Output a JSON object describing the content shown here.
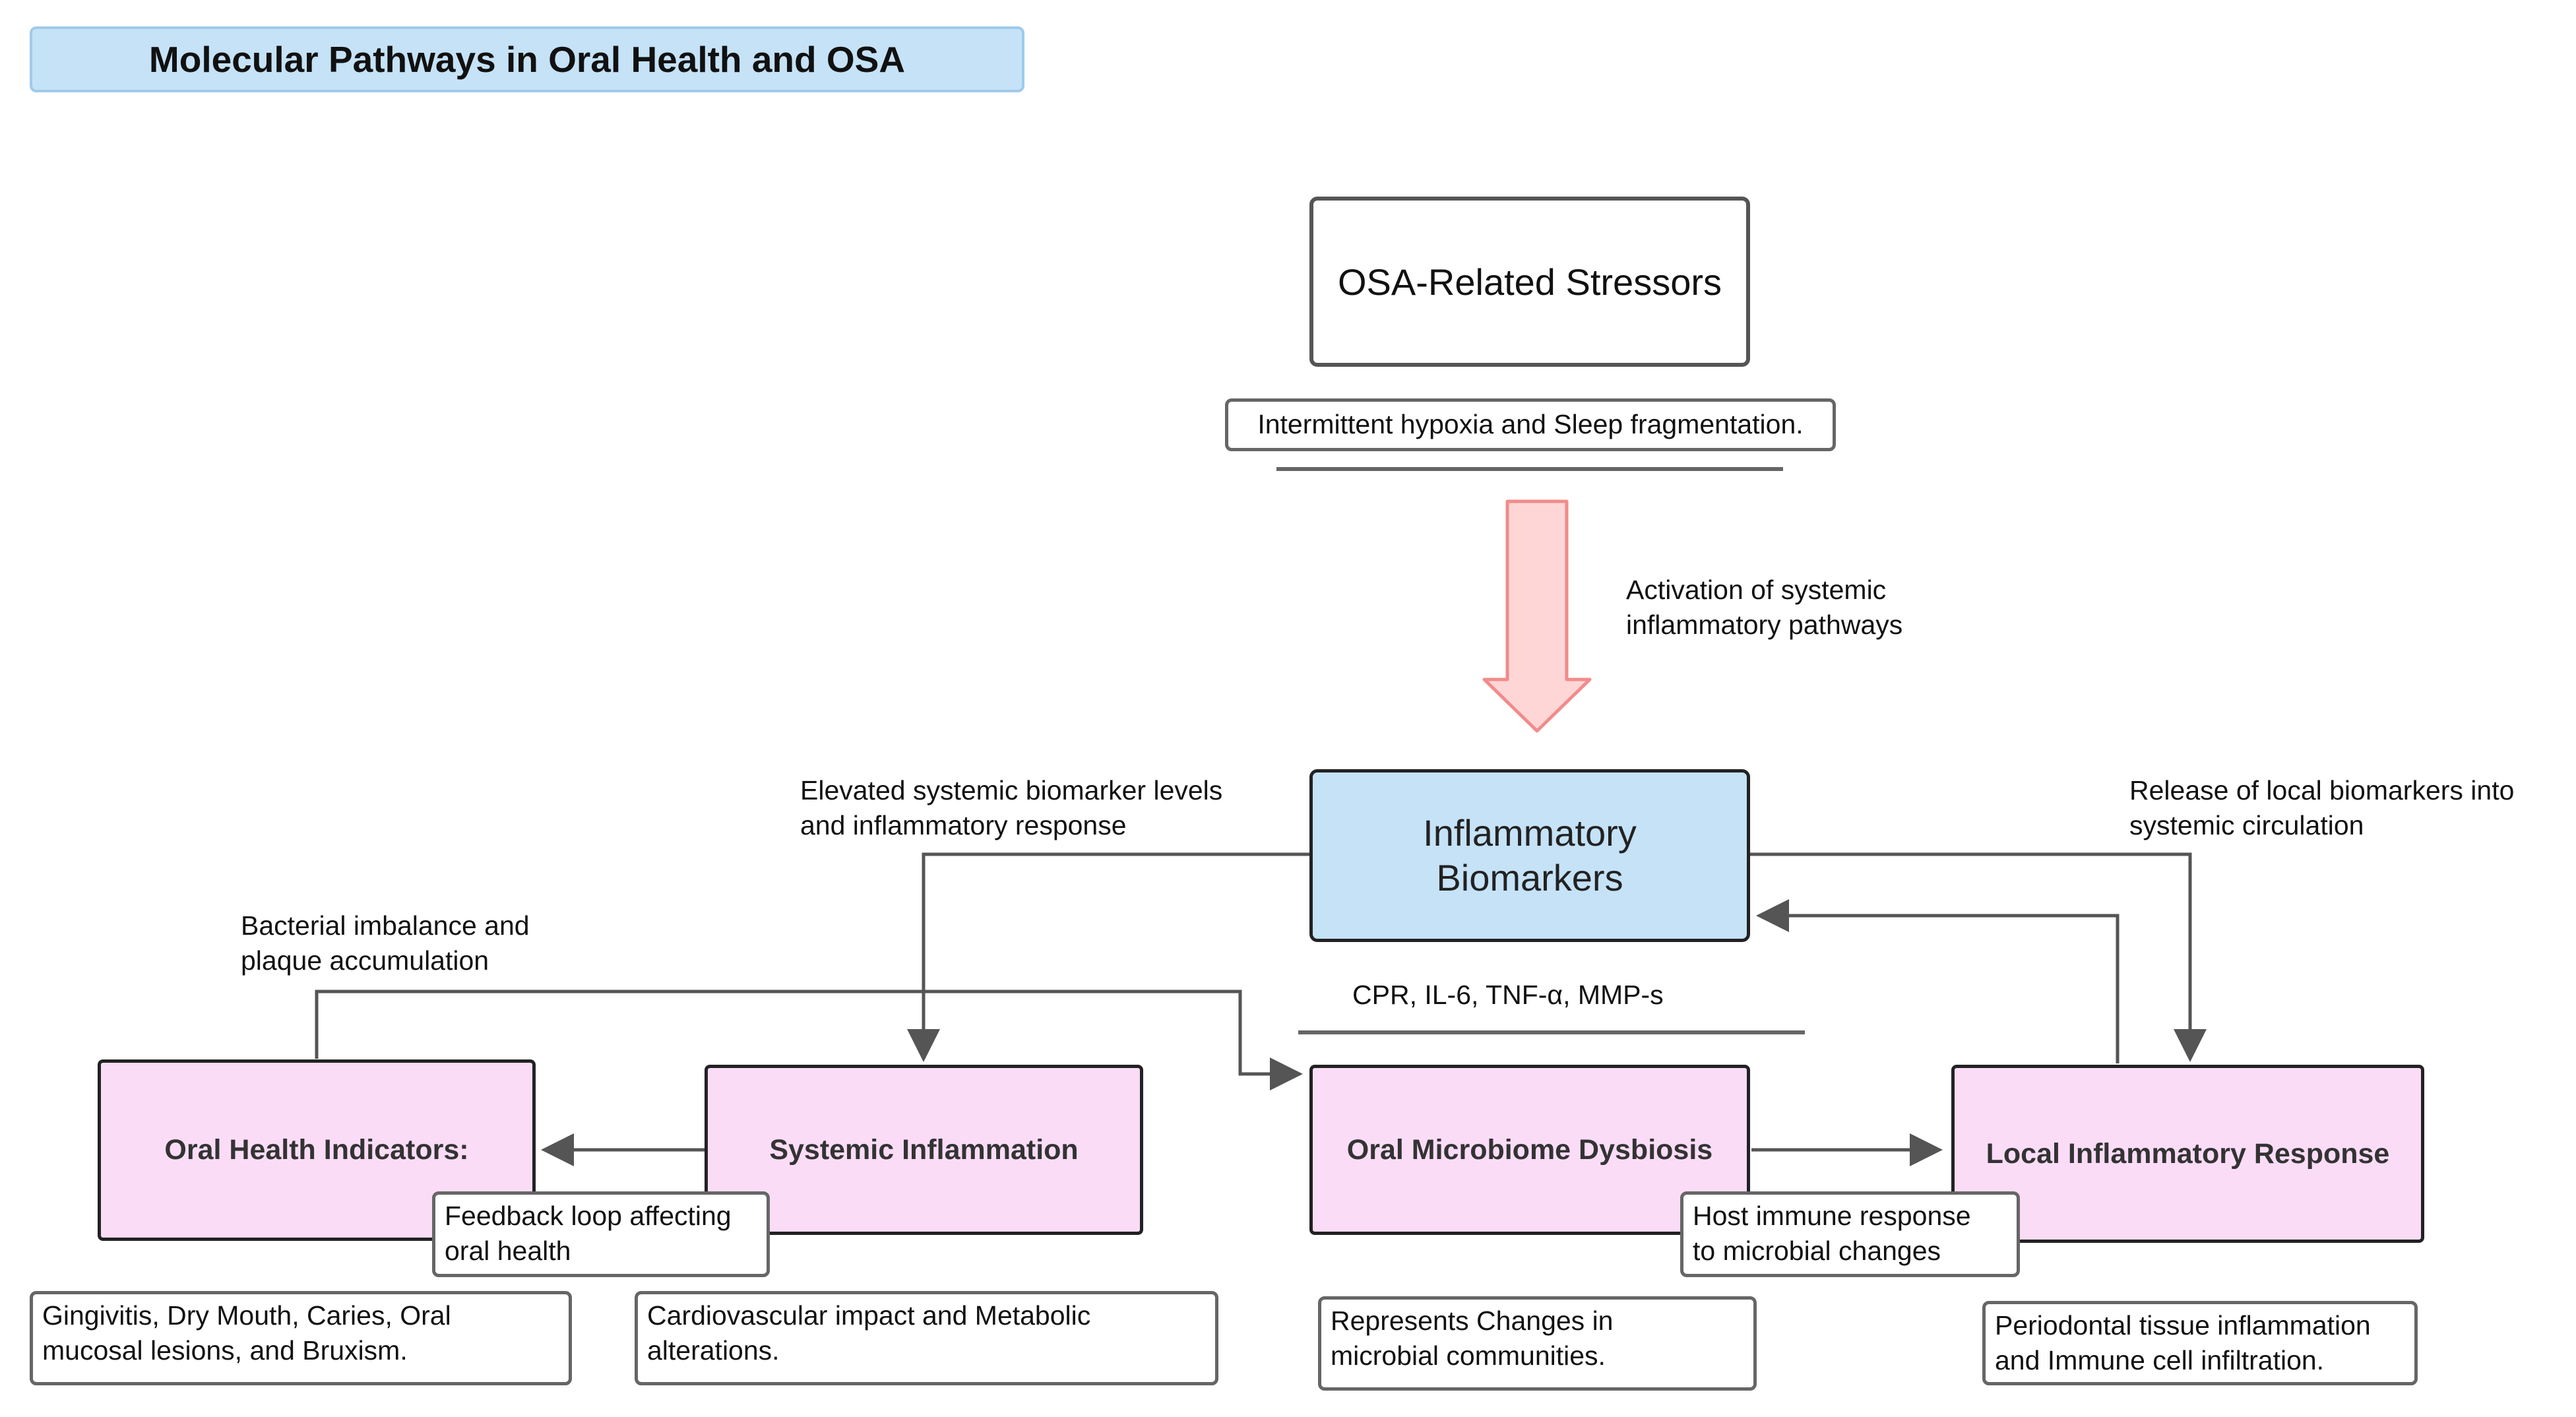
{
  "title": "Molecular Pathways in Oral Health and OSA",
  "stressors": {
    "label": "OSA-Related Stressors",
    "detail": "Intermittent hypoxia and Sleep fragmentation."
  },
  "activation_label": [
    "Activation of systemic",
    "inflammatory pathways"
  ],
  "biomarkers": {
    "label_line1": "Inflammatory",
    "label_line2": "Biomarkers",
    "examples": "CPR, IL-6, TNF-α, MMP-s"
  },
  "edge_labels": {
    "elevated": [
      "Elevated systemic biomarker levels",
      "and inflammatory response"
    ],
    "release": [
      "Release of local biomarkers into",
      "systemic circulation"
    ],
    "bacterial": [
      "Bacterial imbalance and",
      "plaque accumulation"
    ],
    "feedback": [
      "Feedback loop affecting",
      "oral health"
    ],
    "host": [
      "Host immune response",
      "to microbial changes"
    ]
  },
  "nodes": {
    "oral_health": {
      "label": "Oral Health Indicators:",
      "detail": [
        "Gingivitis, Dry Mouth, Caries, Oral",
        "mucosal lesions, and Bruxism."
      ]
    },
    "systemic": {
      "label": "Systemic Inflammation",
      "detail": [
        "Cardiovascular impact and Metabolic",
        "alterations."
      ]
    },
    "dysbiosis": {
      "label": "Oral Microbiome Dysbiosis",
      "detail": [
        "Represents Changes in",
        "microbial communities."
      ]
    },
    "local": {
      "label": "Local Inflammatory Response",
      "detail": [
        "Periodontal tissue inflammation",
        "and Immune cell infiltration."
      ]
    }
  },
  "colors": {
    "title_fill": "#c5e2f7",
    "biomarker_fill": "#c5e2f7",
    "pathway_fill": "#fbdcf7",
    "arrow_fill": "#ffd6d6",
    "arrow_stroke": "#f28b8b",
    "connector": "#555555"
  }
}
